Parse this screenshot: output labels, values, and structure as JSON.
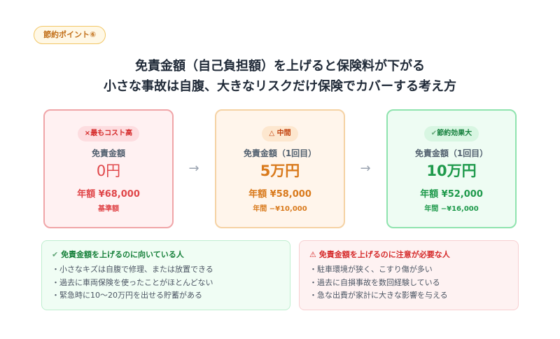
{
  "badge": {
    "label": "節約ポイント⑥"
  },
  "title": {
    "line1": "免責金額（自己負担額）を上げると保険料が下がる",
    "line2": "小さな事故は自腹、大きなリスクだけ保険でカバーする考え方"
  },
  "cards": [
    {
      "tag_icon": "×",
      "tag": "最もコスト高",
      "label": "免責金額",
      "amount": "0円",
      "annual": "年額 ¥68,000",
      "note": "基準額",
      "color": "#e0474a"
    },
    {
      "tag_icon": "△",
      "tag": "中間",
      "label": "免責金額（1回目）",
      "amount": "5万円",
      "annual": "年額 ¥58,000",
      "note": "年間 −¥10,000",
      "color": "#d97a1c"
    },
    {
      "tag_icon": "✔",
      "tag": "節約効果大",
      "label": "免責金額（1回目）",
      "amount": "10万円",
      "annual": "年額 ¥52,000",
      "note": "年間 −¥16,000",
      "color": "#1f9a4c"
    }
  ],
  "arrows": [
    "→",
    "→"
  ],
  "suitable": {
    "icon": "✔",
    "title": "免責金額を上げるのに向いている人",
    "items": [
      "・小さなキズは自腹で修理、または放置できる",
      "・過去に車両保険を使ったことがほとんどない",
      "・緊急時に10〜20万円を出せる貯蓄がある"
    ]
  },
  "caution": {
    "icon": "⚠",
    "title": "免責金額を上げるのに注意が必要な人",
    "items": [
      "・駐車環境が狭く、こすり傷が多い",
      "・過去に自損事故を数回経験している",
      "・急な出費が家計に大きな影響を与える"
    ]
  }
}
